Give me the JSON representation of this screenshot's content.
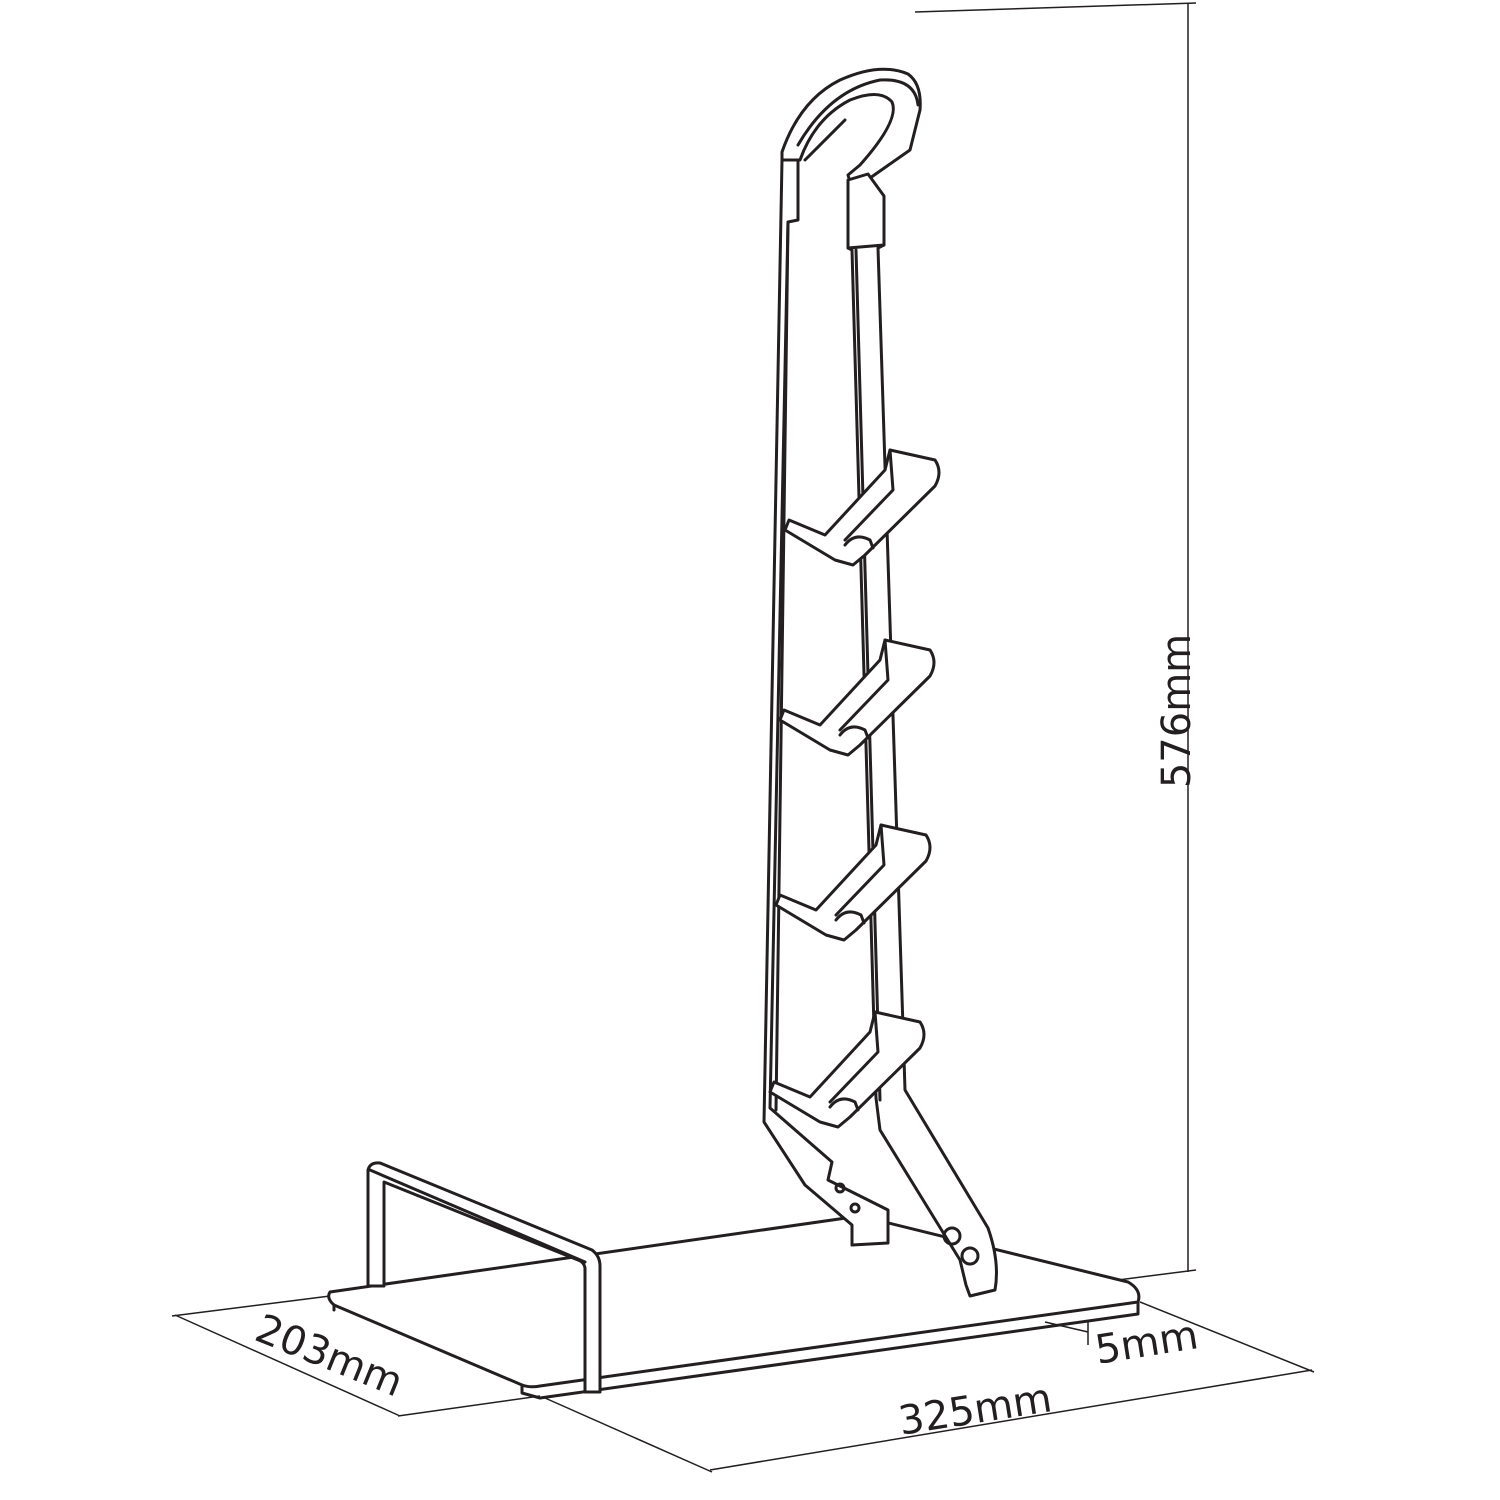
{
  "dimensions": {
    "height": "576mm",
    "depth": "203mm",
    "width": "325mm",
    "thickness": "5mm"
  },
  "colors": {
    "line": "#231f20",
    "background": "#ffffff"
  }
}
